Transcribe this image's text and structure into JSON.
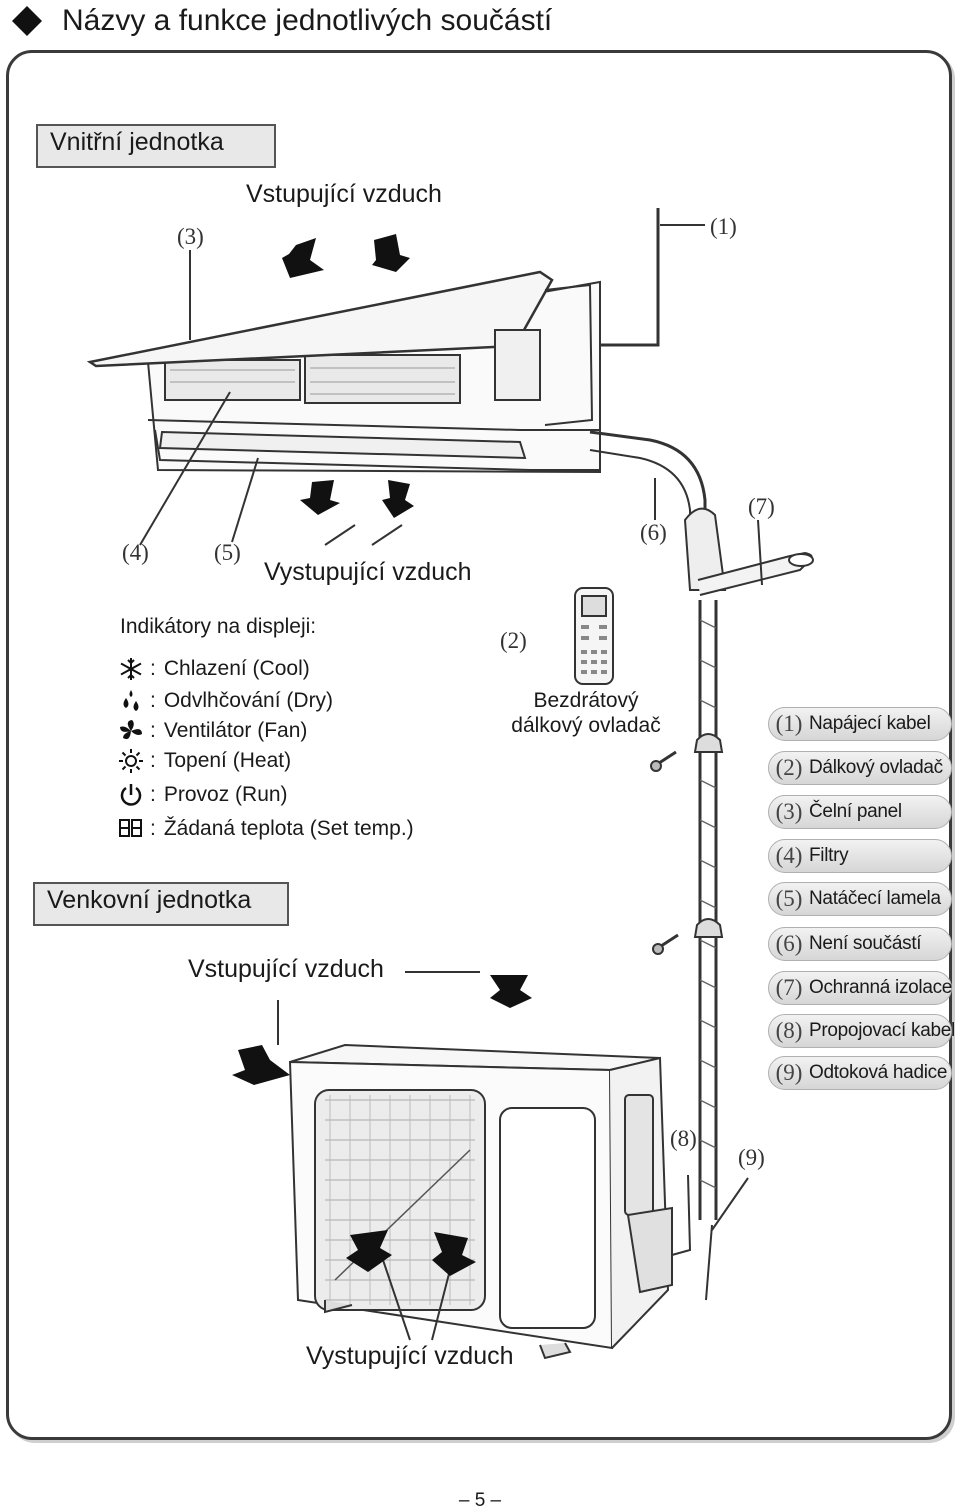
{
  "title": "Názvy a funkce jednotlivých součástí",
  "indoor": {
    "label": "Vnitřní jednotka",
    "air_in": "Vstupující vzduch",
    "air_out": "Vystupující vzduch"
  },
  "display": {
    "heading": "Indikátory na displeji:",
    "items": [
      {
        "icon": "snowflake-icon",
        "label": "Chlazení (Cool)"
      },
      {
        "icon": "droplets-icon",
        "label": "Odvlhčování (Dry)"
      },
      {
        "icon": "fan-icon",
        "label": "Ventilátor (Fan)"
      },
      {
        "icon": "sun-icon",
        "label": "Topení (Heat)"
      },
      {
        "icon": "power-icon",
        "label": "Provoz (Run)"
      },
      {
        "icon": "digits-icon",
        "label": "Žádaná teplota (Set temp.)"
      }
    ]
  },
  "remote": {
    "label_line1": "Bezdrátový",
    "label_line2": "dálkový ovladač"
  },
  "outdoor": {
    "label": "Venkovní jednotka",
    "air_in": "Vstupující vzduch",
    "air_out": "Vystupující vzduch"
  },
  "callouts": [
    "(1)",
    "(2)",
    "(3)",
    "(4)",
    "(5)",
    "(6)",
    "(7)",
    "(8)",
    "(9)"
  ],
  "legend": [
    {
      "num": "(1)",
      "label": "Napájecí kabel"
    },
    {
      "num": "(2)",
      "label": "Dálkový ovladač"
    },
    {
      "num": "(3)",
      "label": "Čelní panel"
    },
    {
      "num": "(4)",
      "label": "Filtry"
    },
    {
      "num": "(5)",
      "label": "Natáčecí lamela"
    },
    {
      "num": "(6)",
      "label": "Není součástí"
    },
    {
      "num": "(7)",
      "label": "Ochranná izolace"
    },
    {
      "num": "(8)",
      "label": "Propojovací kabel"
    },
    {
      "num": "(9)",
      "label": "Odtoková hadice"
    }
  ],
  "page_number": "– 5 –"
}
